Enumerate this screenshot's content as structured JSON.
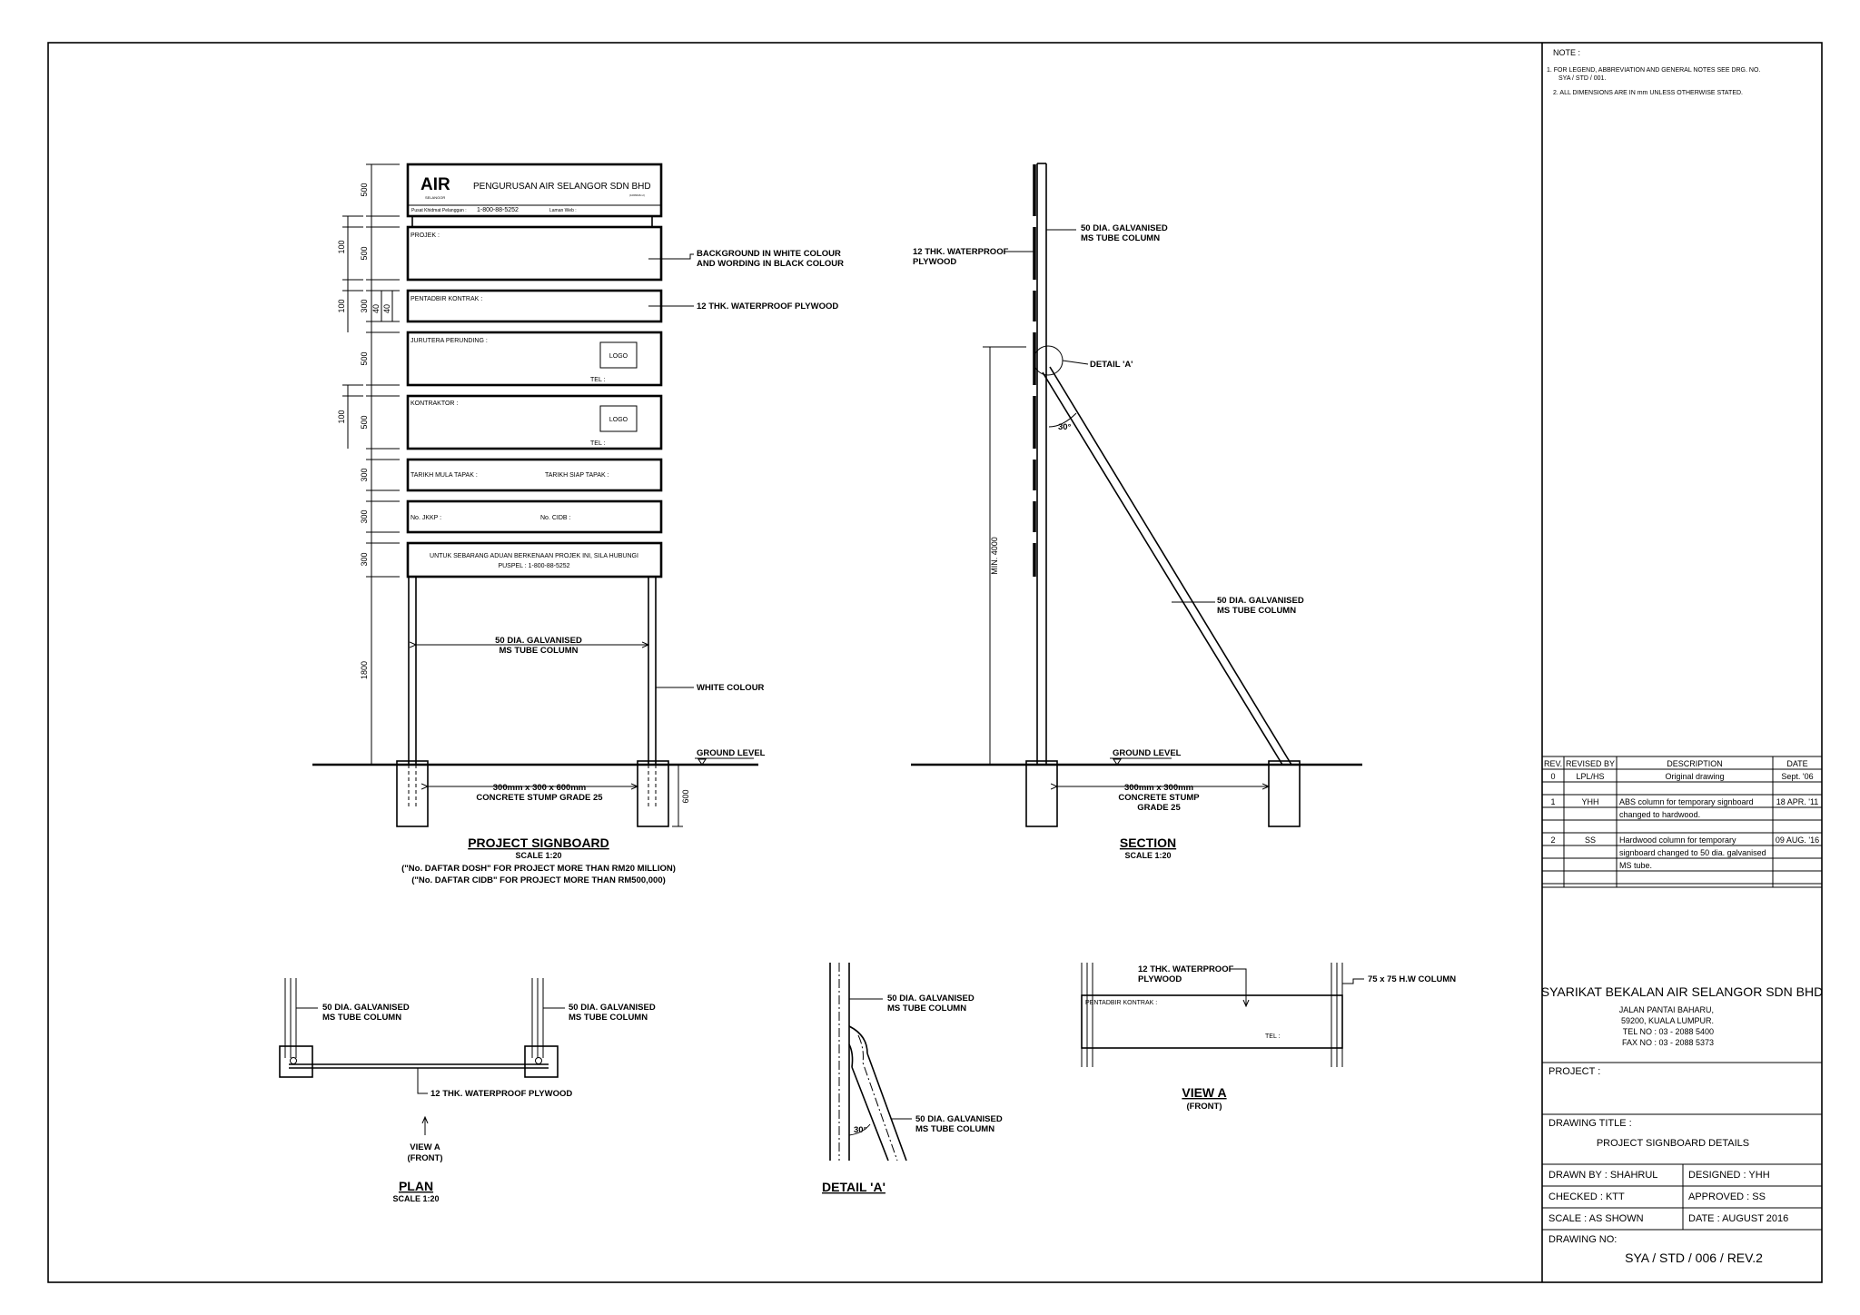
{
  "notes": {
    "header": "NOTE :",
    "items": [
      "1. FOR LEGEND, ABBREVIATION AND GENERAL NOTES SEE DRG. NO.",
      "SYA / STD / 001.",
      "2. ALL DIMENSIONS ARE IN mm UNLESS OTHERWISE STATED."
    ]
  },
  "signboard": {
    "logo_text": "AIR",
    "logo_sub": "SELANGOR",
    "company": "PENGURUSAN AIR SELANGOR SDN BHD",
    "company_sub": "(1066646-U)",
    "hotline_label": "Pusat Khidmat Pelanggan :",
    "hotline": "1-800-88-5252",
    "web_label": "Laman Web :",
    "panels": {
      "projek": "PROJEK :",
      "pentadbir": "PENTADBIR KONTRAK :",
      "jurutera": "JURUTERA PERUNDING :",
      "kontraktor": "KONTRAKTOR :",
      "logo": "LOGO",
      "tel": "TEL :",
      "mula": "TARIKH MULA TAPAK :",
      "siap": "TARIKH SIAP TAPAK :",
      "jkkp": "No. JKKP :",
      "cidb": "No. CIDB :",
      "aduan1": "UNTUK SEBARANG ADUAN BERKENAAN PROJEK INI, SILA HUBUNGI",
      "aduan2": "PUSPEL : 1-800-88-5252"
    }
  },
  "dims": {
    "d500": "500",
    "d100": "100",
    "d300": "300",
    "d40": "40",
    "d1800": "1800",
    "d600": "600",
    "dmin4000": "MIN. 4000"
  },
  "labels": {
    "background1": "BACKGROUND IN WHITE COLOUR",
    "background2": "AND WORDING IN BLACK COLOUR",
    "plywood12": "12 THK. WATERPROOF PLYWOOD",
    "tube1": "50 DIA. GALVANISED",
    "tube2": "MS TUBE COLUMN",
    "white_colour": "WHITE COLOUR",
    "ground_level": "GROUND LEVEL",
    "stump1": "300mm x 300 x 600mm",
    "stump2": "CONCRETE STUMP GRADE 25",
    "sec_stump1": "300mm x 300mm",
    "sec_stump2": "CONCRETE STUMP",
    "sec_stump3": "GRADE 25",
    "ply_a": "12 THK. WATERPROOF",
    "ply_b": "PLYWOOD",
    "detail_a": "DETAIL 'A'",
    "angle": "30°",
    "hw_column": "75 x 75 H.W COLUMN",
    "va_pentadbir": "PENTADBIR KONTRAK :",
    "va_tel": "TEL :"
  },
  "titles": {
    "project_signboard": "PROJECT SIGNBOARD",
    "scale_120": "SCALE 1:20",
    "dosh": "(\"No. DAFTAR DOSH\" FOR PROJECT MORE THAN RM20 MILLION)",
    "cidb": "(\"No. DAFTAR CIDB\" FOR PROJECT MORE THAN RM500,000)",
    "section": "SECTION",
    "view_a": "VIEW A",
    "front": "(FRONT)",
    "plan": "PLAN",
    "detail_a": "DETAIL 'A'"
  },
  "revisions": {
    "headers": [
      "REV.",
      "REVISED BY",
      "DESCRIPTION",
      "DATE"
    ],
    "rows": [
      {
        "rev": "0",
        "by": "LPL/HS",
        "desc": [
          "Original drawing"
        ],
        "date": "Sept. '06"
      },
      {
        "rev": "1",
        "by": "YHH",
        "desc": [
          "ABS column for temporary signboard",
          "changed to hardwood."
        ],
        "date": "18 APR. '11"
      },
      {
        "rev": "2",
        "by": "SS",
        "desc": [
          "Hardwood column for temporary",
          "signboard changed to 50 dia. galvanised",
          "MS tube."
        ],
        "date": "09 AUG. '16"
      }
    ]
  },
  "company": {
    "name": "SYARIKAT BEKALAN AIR SELANGOR SDN BHD",
    "addr1": "JALAN PANTAI BAHARU,",
    "addr2": "59200, KUALA LUMPUR.",
    "tel": "TEL NO : 03 - 2088 5400",
    "fax": "FAX NO : 03 - 2088 5373"
  },
  "titleblock": {
    "project_label": "PROJECT :",
    "drawing_title_label": "DRAWING TITLE :",
    "drawing_title": "PROJECT SIGNBOARD DETAILS",
    "drawn_by": "DRAWN BY : SHAHRUL",
    "designed": "DESIGNED : YHH",
    "checked": "CHECKED : KTT",
    "approved": "APPROVED : SS",
    "scale": "SCALE : AS SHOWN",
    "date": "DATE : AUGUST 2016",
    "drawing_no_label": "DRAWING NO:",
    "drawing_no": "SYA / STD / 006 / REV.2"
  },
  "colors": {
    "logo_blue": "#2d8fd0",
    "logo_green": "#3aa35b",
    "line": "#000000"
  }
}
